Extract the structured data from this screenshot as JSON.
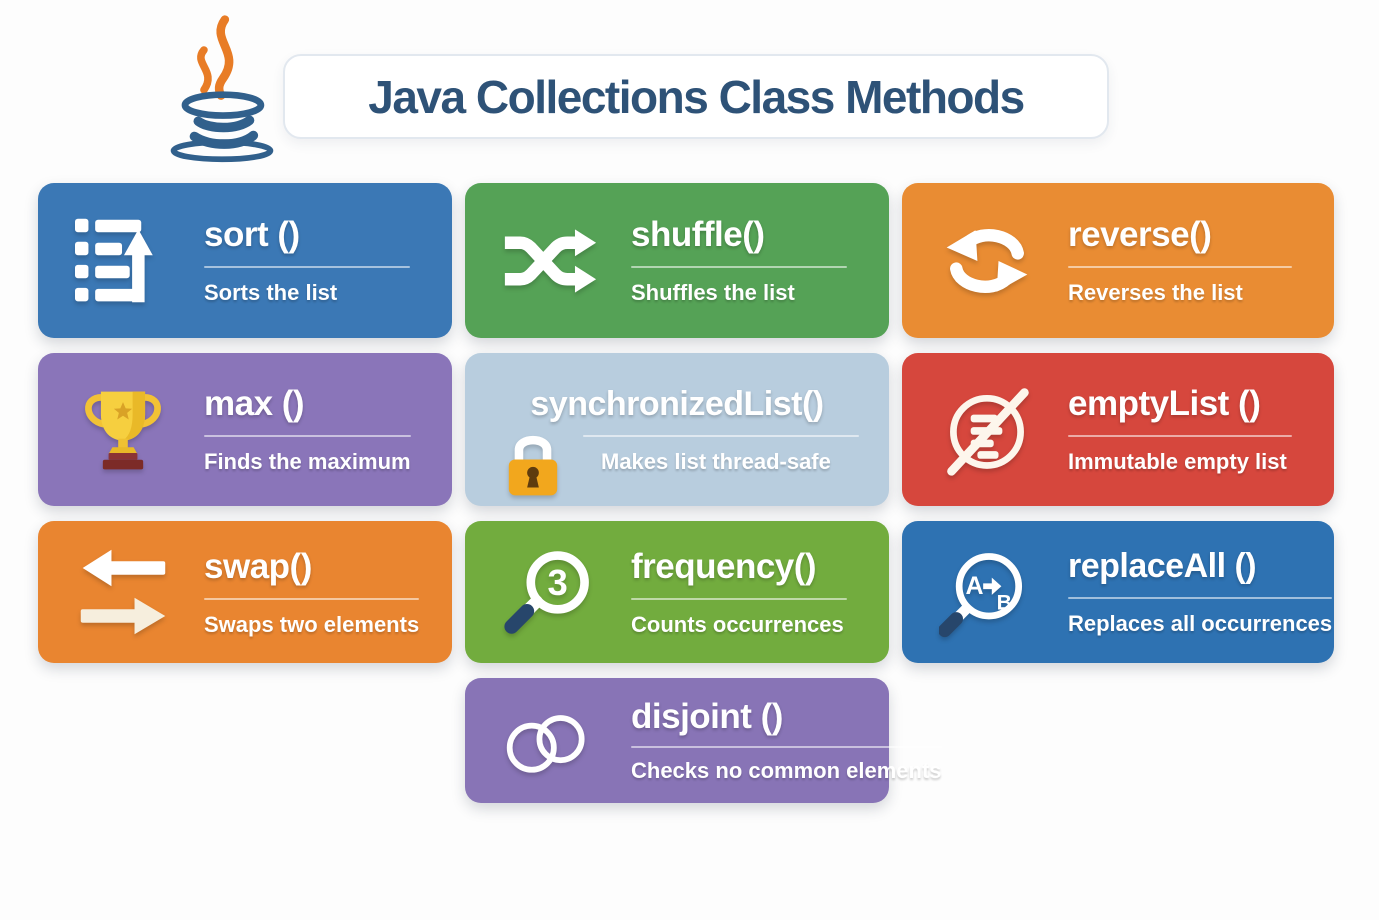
{
  "header": {
    "title": "Java Collections Class Methods",
    "logo_icon": "java-logo-icon",
    "title_text_color": "#2e5277",
    "logo_colors": {
      "cup_blue": "#31608c",
      "flame_orange": "#e87c26"
    }
  },
  "palette": {
    "page_background": "#fdfdfd",
    "card_text": "#ffffff",
    "trophy_gold": "#f6cf3f",
    "trophy_base": "#7c2b27",
    "lock_body": "#f2a71d",
    "magnifier_handle_navy": "#27466b"
  },
  "cards": [
    {
      "id": "sort",
      "method": "sort ()",
      "description": "Sorts the list",
      "color": "#3b78b5",
      "icon": "sorted-list-up-arrow-icon"
    },
    {
      "id": "shuffle",
      "method": "shuffle()",
      "description": "Shuffles the list",
      "color": "#55a256",
      "icon": "shuffle-arrows-icon"
    },
    {
      "id": "reverse",
      "method": "reverse()",
      "description": "Reverses the list",
      "color": "#e98c33",
      "icon": "cycle-arrows-icon"
    },
    {
      "id": "max",
      "method": "max ()",
      "description": "Finds the maximum",
      "color": "#8a75b9",
      "icon": "trophy-icon"
    },
    {
      "id": "synchronizedList",
      "method": "synchronizedList()",
      "description": "Makes list thread-safe",
      "color": "#b8cdde",
      "icon": "padlock-icon"
    },
    {
      "id": "emptyList",
      "method": "emptyList ()",
      "description": "Immutable empty list",
      "color": "#d6473d",
      "icon": "crossed-list-icon"
    },
    {
      "id": "swap",
      "method": "swap()",
      "description": "Swaps two elements",
      "color": "#e98530",
      "icon": "swap-arrows-icon"
    },
    {
      "id": "frequency",
      "method": "frequency()",
      "description": "Counts occurrences",
      "color": "#72ac3e",
      "icon": "magnifier-count-icon",
      "icon_text": "3"
    },
    {
      "id": "replaceAll",
      "method": "replaceAll ()",
      "description": "Replaces all occurrences",
      "color": "#2e72b2",
      "icon": "magnifier-replace-icon",
      "icon_text_from": "A",
      "icon_text_to": "B"
    },
    {
      "id": "disjoint",
      "method": "disjoint ()",
      "description": "Checks no common elements",
      "color": "#8874b6",
      "icon": "disjoint-circles-icon"
    }
  ]
}
